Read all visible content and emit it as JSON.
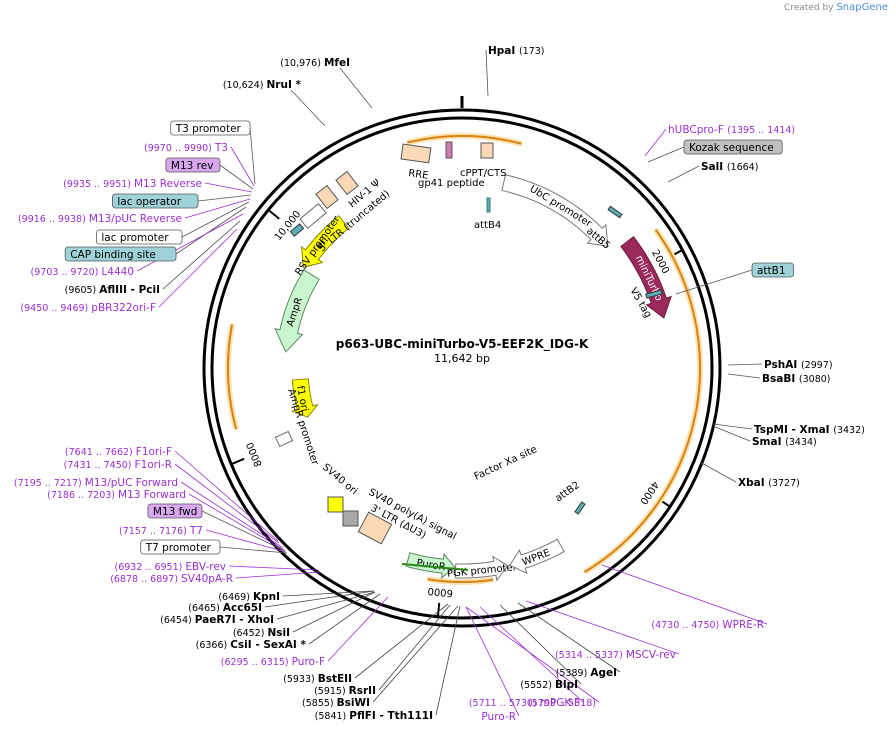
{
  "credit": {
    "prefix": "Created by",
    "brand": "SnapGene"
  },
  "plasmid": {
    "name": "p663-UBC-miniTurbo-V5-EEF2K_IDG-K",
    "size": "11,642 bp"
  },
  "ticks": [
    {
      "label": "2000",
      "bp": 2000
    },
    {
      "label": "4000",
      "bp": 4000
    },
    {
      "label": "6000",
      "bp": 6000
    },
    {
      "label": "8000",
      "bp": 8000
    },
    {
      "label": "10,000",
      "bp": 10000
    }
  ],
  "features": [
    {
      "label": "UbC promoter",
      "start": 410,
      "end": 1620,
      "kind": "promoter",
      "fill": "#ffffff",
      "stroke": "#777777"
    },
    {
      "label": "miniTurbo",
      "start": 1700,
      "end": 2460,
      "kind": "cds",
      "fill": "#9b2a5b",
      "stroke": "#6a1b3d"
    },
    {
      "label": "AmpR",
      "start": 8900,
      "end": 9760,
      "kind": "cds",
      "fill": "#c9f5cf",
      "stroke": "#5a8a5e"
    },
    {
      "label": "ori",
      "start": 9780,
      "end": 10380,
      "kind": "ori",
      "fill": "#ffff00",
      "stroke": "#888800"
    },
    {
      "label": "f1 ori",
      "start": 8160,
      "end": 8600,
      "kind": "ori",
      "fill": "#ffff00",
      "stroke": "#888800"
    },
    {
      "label": "PuroR",
      "start": 5890,
      "end": 6330,
      "kind": "cds",
      "fill": "#c9f5cf",
      "stroke": "#5a8a5e"
    },
    {
      "label": "PGK promoter",
      "start": 5400,
      "end": 5880,
      "kind": "promoter",
      "fill": "#ffffff",
      "stroke": "#777777"
    },
    {
      "label": "WPRE",
      "start": 4880,
      "end": 5380,
      "kind": "misc",
      "fill": "#ffffff",
      "stroke": "#777777"
    }
  ],
  "feature_labels": [
    {
      "text": "RRE"
    },
    {
      "text": "gp41 peptide"
    },
    {
      "text": "cPPT/CTS"
    },
    {
      "text": "attB4"
    },
    {
      "text": "attB5"
    },
    {
      "text": "V5 tag"
    },
    {
      "text": "attB2"
    },
    {
      "text": "Factor Xa site"
    },
    {
      "text": "HIV-1 Ψ"
    },
    {
      "text": "5' LTR (truncated)"
    },
    {
      "text": "RSV promoter"
    },
    {
      "text": "AmpR promoter"
    },
    {
      "text": "SV40 ori"
    },
    {
      "text": "SV40 poly(A) signal"
    },
    {
      "text": "3' LTR (ΔU3)"
    }
  ],
  "enzymes_right": [
    {
      "name": "HpaI",
      "pos": "(173)"
    },
    {
      "name": "SalI",
      "pos": "(1664)"
    },
    {
      "name": "PshAI",
      "pos": "(2997)"
    },
    {
      "name": "BsaBI",
      "pos": "(3080)"
    },
    {
      "name": "TspMI - XmaI",
      "pos": "(3432)"
    },
    {
      "name": "SmaI",
      "pos": "(3434)"
    },
    {
      "name": "XbaI",
      "pos": "(3727)"
    }
  ],
  "enzymes_top_left": [
    {
      "name": "MfeI",
      "pos": "(10,976)"
    },
    {
      "name": "NruI *",
      "pos": "(10,624)"
    }
  ],
  "left_top_labels": [
    {
      "pos": "",
      "name": "T3 promoter",
      "style": "boxed"
    },
    {
      "pos": "(9970 .. 9990)",
      "name": "T3",
      "style": "primer"
    },
    {
      "pos": "",
      "name": "M13 rev",
      "style": "boxed-purple"
    },
    {
      "pos": "(9935 .. 9951)",
      "name": "M13 Reverse",
      "style": "primer"
    },
    {
      "pos": "",
      "name": "lac operator",
      "style": "boxed-teal"
    },
    {
      "pos": "(9916 .. 9938)",
      "name": "M13/pUC Reverse",
      "style": "primer"
    },
    {
      "pos": "",
      "name": "lac promoter",
      "style": "boxed"
    },
    {
      "pos": "",
      "name": "CAP binding site",
      "style": "boxed-teal"
    },
    {
      "pos": "(9703 .. 9720)",
      "name": "L4440",
      "style": "primer"
    },
    {
      "pos": "(9605)",
      "name": "AflIII - PciI",
      "style": "enzyme"
    },
    {
      "pos": "(9450 .. 9469)",
      "name": "pBR322ori-F",
      "style": "primer"
    }
  ],
  "left_bottom_labels": [
    {
      "pos": "(7641 .. 7662)",
      "name": "F1ori-F",
      "style": "primer"
    },
    {
      "pos": "(7431 .. 7450)",
      "name": "F1ori-R",
      "style": "primer"
    },
    {
      "pos": "(7195 .. 7217)",
      "name": "M13/pUC Forward",
      "style": "primer"
    },
    {
      "pos": "(7186 .. 7203)",
      "name": "M13 Forward",
      "style": "primer"
    },
    {
      "pos": "",
      "name": "M13 fwd",
      "style": "boxed-purple"
    },
    {
      "pos": "(7157 .. 7176)",
      "name": "T7",
      "style": "primer"
    },
    {
      "pos": "",
      "name": "T7 promoter",
      "style": "boxed"
    },
    {
      "pos": "(6932 .. 6951)",
      "name": "EBV-rev",
      "style": "primer"
    },
    {
      "pos": "(6878 .. 6897)",
      "name": "SV40pA-R",
      "style": "primer"
    },
    {
      "pos": "(6469)",
      "name": "KpnI",
      "style": "enzyme"
    },
    {
      "pos": "(6465)",
      "name": "Acc65I",
      "style": "enzyme"
    },
    {
      "pos": "(6454)",
      "name": "PaeR7I - XhoI",
      "style": "enzyme"
    },
    {
      "pos": "(6452)",
      "name": "NsiI",
      "style": "enzyme"
    },
    {
      "pos": "(6366)",
      "name": "CsiI - SexAI *",
      "style": "enzyme"
    },
    {
      "pos": "(6295 .. 6315)",
      "name": "Puro-F",
      "style": "primer"
    }
  ],
  "bottom_labels": [
    {
      "pos": "(5933)",
      "name": "BstEII",
      "style": "enzyme"
    },
    {
      "pos": "(5915)",
      "name": "RsrII",
      "style": "enzyme"
    },
    {
      "pos": "(5855)",
      "name": "BsiWI",
      "style": "enzyme"
    },
    {
      "pos": "(5841)",
      "name": "PflFI - Tth111I",
      "style": "enzyme"
    },
    {
      "pos": "",
      "name": "Puro-R",
      "style": "primer"
    },
    {
      "pos": "(5799 .. 5818)",
      "name": "",
      "style": "primer"
    },
    {
      "pos": "(5711 .. 5730)",
      "name": "mPGK-F",
      "style": "primer"
    },
    {
      "pos": "(5552)",
      "name": "BlpI",
      "style": "enzyme"
    },
    {
      "pos": "(5389)",
      "name": "AgeI",
      "style": "enzyme"
    },
    {
      "pos": "(5314 .. 5337)",
      "name": "MSCV-rev",
      "style": "primer"
    },
    {
      "pos": "(4730 .. 4750)",
      "name": "WPRE-R",
      "style": "primer"
    }
  ],
  "right_top_labels": [
    {
      "pos": "(1395 .. 1414)",
      "name": "hUBCpro-F",
      "style": "primer"
    },
    {
      "pos": "",
      "name": "Kozak sequence",
      "style": "boxed-gray"
    },
    {
      "pos": "",
      "name": "attB1",
      "style": "boxed-teal"
    }
  ],
  "colors": {
    "backbone": "#000000",
    "primer": "#9a2fd1",
    "enzyme": "#000000",
    "orange_arc": "#d9820f",
    "teal_box": "#9ed2d8",
    "purple_box": "#d9a6f0",
    "gray_box": "#c0c0c0"
  }
}
